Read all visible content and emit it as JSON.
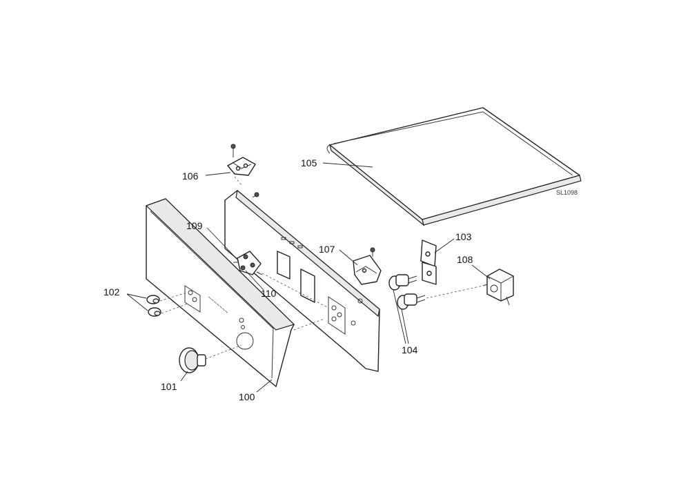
{
  "labels": {
    "p100": "100",
    "p101": "101",
    "p102": "102",
    "p103": "103",
    "p104": "104",
    "p105": "105",
    "p106": "106",
    "p107": "107",
    "p108": "108",
    "p109": "109",
    "p110": "110"
  },
  "drawing_code": "SL1098",
  "colors": {
    "line": "#222222",
    "background": "#ffffff"
  }
}
